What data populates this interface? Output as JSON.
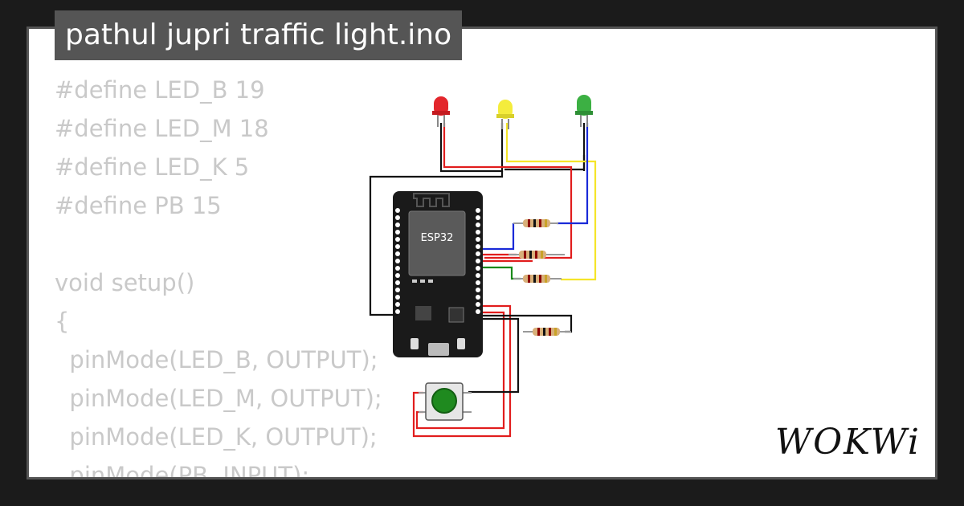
{
  "title": "pathul jupri traffic light.ino",
  "code_lines": [
    "#define LED_B 19",
    "#define LED_M 18",
    "#define LED_K 5",
    "#define PB 15",
    "",
    "void setup()",
    "{",
    "  pinMode(LED_B, OUTPUT);",
    "  pinMode(LED_M, OUTPUT);",
    "  pinMode(LED_K, OUTPUT);",
    "  pinMode(PB, INPUT);"
  ],
  "board_label": "ESP32",
  "logo_text": "WOKWi",
  "colors": {
    "background": "#1b1b1b",
    "title_bg": "#555555",
    "code_text": "#c9c9c9",
    "board": "#1a1a1a",
    "wire_red": "#e11d1d",
    "wire_black": "#111111",
    "wire_yellow": "#f5e52a",
    "wire_blue": "#1a2ad8",
    "wire_green": "#1a8a1a",
    "led_red": "#e3262c",
    "led_yellow": "#f4ec3c",
    "led_green": "#3cb043",
    "button_cap": "#1f8a1f"
  },
  "icons": [
    "red-led-icon",
    "yellow-led-icon",
    "green-led-icon",
    "resistor-icon",
    "pushbutton-icon",
    "esp32-board-icon"
  ]
}
